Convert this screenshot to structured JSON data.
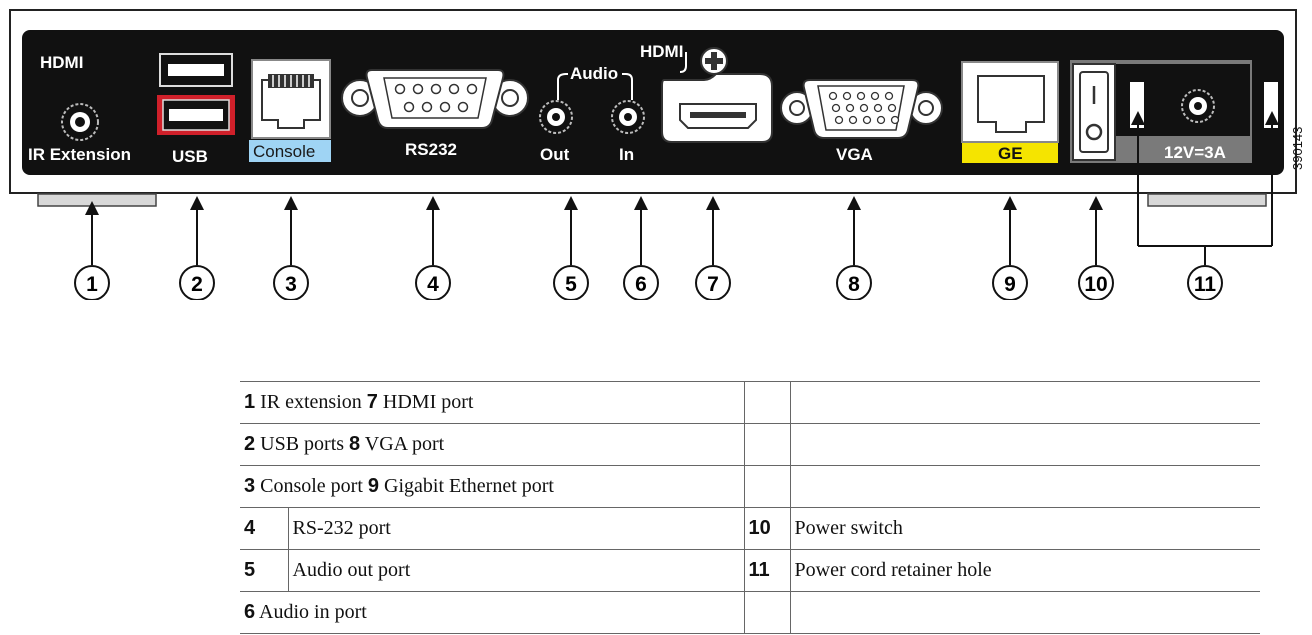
{
  "panel": {
    "hdmi_logo": "HDMI",
    "ir_label": "IR Extension",
    "usb_label": "USB",
    "console_label": "Console",
    "rs232_label": "RS232",
    "audio_label": "Audio",
    "out_label": "Out",
    "in_label": "In",
    "hdmi_label": "HDMI",
    "vga_label": "VGA",
    "ge_label": "GE",
    "power_label": "12V=3A",
    "figure_id": "390143"
  },
  "callouts": [
    "1",
    "2",
    "3",
    "4",
    "5",
    "6",
    "7",
    "8",
    "9",
    "10",
    "11"
  ],
  "colors": {
    "panel": "#111111",
    "usb_highlight": "#d0202a",
    "console_label_bg": "#9fd4f4",
    "ge_label_bg": "#f5e400",
    "power_block": "#7a7a7a"
  },
  "legend": [
    {
      "num_a": "1",
      "text_a": "IR extension",
      "num_b": "7",
      "text_b": "HDMI port",
      "num_c": "",
      "text_c": ""
    },
    {
      "num_a": "2",
      "text_a": "USB ports",
      "num_b": "8",
      "text_b": "VGA port",
      "num_c": "",
      "text_c": ""
    },
    {
      "num_a": "3",
      "text_a": "Console port",
      "num_b": "9",
      "text_b": "Gigabit Ethernet port",
      "num_c": "",
      "text_c": ""
    },
    {
      "num_a": "4",
      "text_a": "RS-232 port",
      "num_b": "",
      "text_b": "",
      "num_c": "10",
      "text_c": "Power switch"
    },
    {
      "num_a": "5",
      "text_a": "Audio out port",
      "num_b": "",
      "text_b": "",
      "num_c": "11",
      "text_c": "Power cord retainer hole"
    },
    {
      "num_a": "6",
      "text_a": "Audio in port",
      "num_b": "",
      "text_b": "",
      "num_c": "",
      "text_c": ""
    }
  ]
}
